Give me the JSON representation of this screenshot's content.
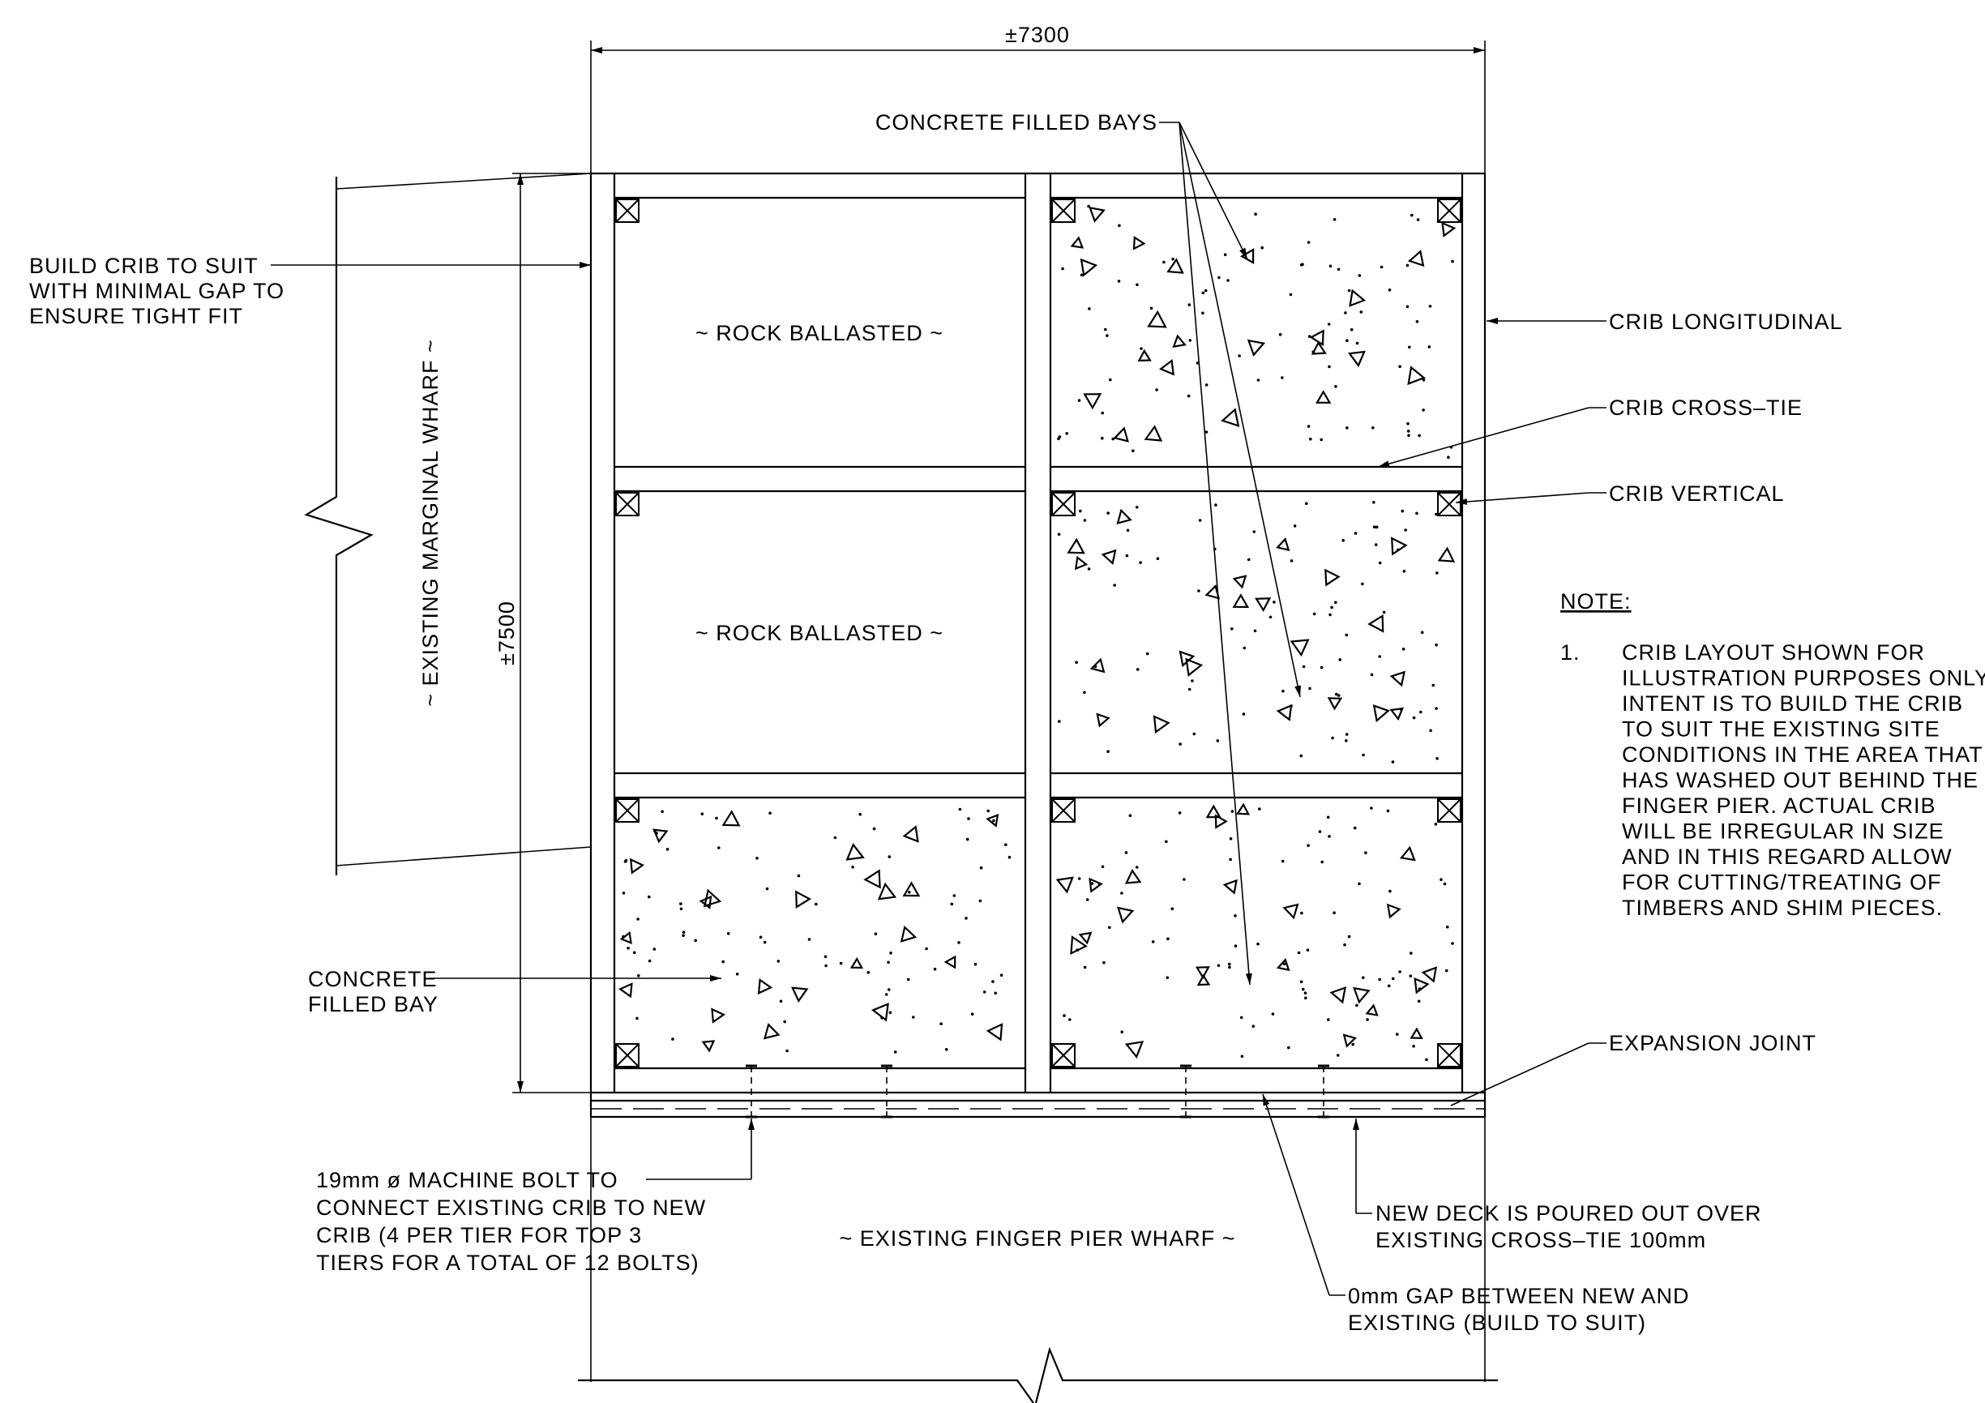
{
  "dimensions": {
    "width": "±7300",
    "height": "±7500"
  },
  "labels": {
    "concrete_filled_bays": "CONCRETE FILLED BAYS",
    "build_crib": [
      "BUILD CRIB TO SUIT",
      "WITH MINIMAL GAP TO",
      "ENSURE TIGHT FIT"
    ],
    "existing_marginal_wharf": "~ EXISTING MARGINAL WHARF ~",
    "rock_ballasted_1": "~ ROCK BALLASTED ~",
    "rock_ballasted_2": "~ ROCK BALLASTED ~",
    "crib_longitudinal": "CRIB LONGITUDINAL",
    "crib_cross_tie": "CRIB CROSS–TIE",
    "crib_vertical": "CRIB VERTICAL",
    "concrete_filled_bay": [
      "CONCRETE",
      "FILLED BAY"
    ],
    "expansion_joint": "EXPANSION JOINT",
    "machine_bolt": [
      "19mm ø MACHINE BOLT TO",
      "CONNECT EXISTING CRIB TO NEW",
      "CRIB (4 PER TIER FOR TOP 3",
      "TIERS FOR A TOTAL OF 12 BOLTS)"
    ],
    "existing_finger_pier": "~ EXISTING FINGER PIER WHARF ~",
    "new_deck": [
      "NEW DECK IS POURED OUT OVER",
      "EXISTING CROSS–TIE 100mm"
    ],
    "gap": [
      "0mm GAP BETWEEN NEW AND",
      "EXISTING (BUILD TO SUIT)"
    ]
  },
  "note": {
    "title": "NOTE:",
    "number": "1.",
    "lines": [
      "CRIB LAYOUT SHOWN FOR",
      "ILLUSTRATION PURPOSES ONLY.",
      "INTENT IS TO BUILD THE CRIB",
      "TO SUIT THE EXISTING SITE",
      "CONDITIONS IN THE AREA THAT",
      "HAS WASHED OUT BEHIND THE",
      "FINGER PIER.  ACTUAL CRIB",
      "WILL BE IRREGULAR IN SIZE",
      "AND IN THIS REGARD ALLOW",
      "FOR CUTTING/TREATING OF",
      "TIMBERS AND SHIM PIECES."
    ]
  }
}
